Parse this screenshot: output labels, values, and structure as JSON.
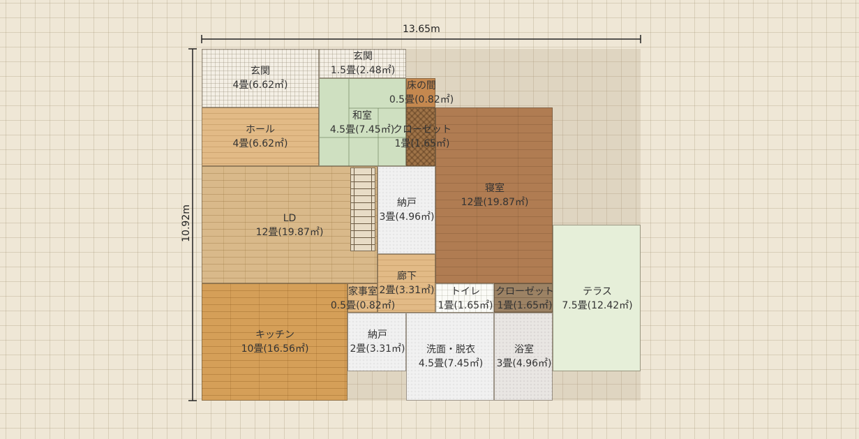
{
  "dimensions": {
    "width_label": "13.65m",
    "height_label": "10.92m"
  },
  "colors": {
    "grid_background": "#efe7d6",
    "wall_line": "#5a4b37",
    "label_text": "#333333"
  },
  "rooms": [
    {
      "id": "genkan-1",
      "name": "玄関",
      "size": "4畳(6.62㎡)",
      "floor": "tile"
    },
    {
      "id": "genkan-2",
      "name": "玄関",
      "size": "1.5畳(2.48㎡)",
      "floor": "tile"
    },
    {
      "id": "tokonoma",
      "name": "床の間",
      "size": "0.5畳(0.82㎡)",
      "floor": "wood"
    },
    {
      "id": "washitsu",
      "name": "和室",
      "size": "4.5畳(7.45㎡)",
      "floor": "tatami"
    },
    {
      "id": "closet-1",
      "name": "クローゼット",
      "size": "1畳(1.65㎡)",
      "floor": "closet"
    },
    {
      "id": "hall",
      "name": "ホール",
      "size": "4畳(6.62㎡)",
      "floor": "wood"
    },
    {
      "id": "ld",
      "name": "LD",
      "size": "12畳(19.87㎡)",
      "floor": "wood"
    },
    {
      "id": "nando-1",
      "name": "納戸",
      "size": "3畳(4.96㎡)",
      "floor": "white"
    },
    {
      "id": "bedroom",
      "name": "寝室",
      "size": "12畳(19.87㎡)",
      "floor": "wood"
    },
    {
      "id": "corridor",
      "name": "廊下",
      "size": "2畳(3.31㎡)",
      "floor": "wood"
    },
    {
      "id": "kajishitsu",
      "name": "家事室",
      "size": "0.5畳(0.82㎡)",
      "floor": "wood"
    },
    {
      "id": "toilet",
      "name": "トイレ",
      "size": "1畳(1.65㎡)",
      "floor": "tile"
    },
    {
      "id": "closet-2",
      "name": "クローゼット",
      "size": "1畳(1.65㎡)",
      "floor": "closet"
    },
    {
      "id": "terrace",
      "name": "テラス",
      "size": "7.5畳(12.42㎡)",
      "floor": "terrace"
    },
    {
      "id": "kitchen",
      "name": "キッチン",
      "size": "10畳(16.56㎡)",
      "floor": "wood"
    },
    {
      "id": "nando-2",
      "name": "納戸",
      "size": "2畳(3.31㎡)",
      "floor": "white"
    },
    {
      "id": "senmen",
      "name": "洗面・脱衣",
      "size": "4.5畳(7.45㎡)",
      "floor": "white"
    },
    {
      "id": "bathroom",
      "name": "浴室",
      "size": "3畳(4.96㎡)",
      "floor": "gray"
    }
  ]
}
